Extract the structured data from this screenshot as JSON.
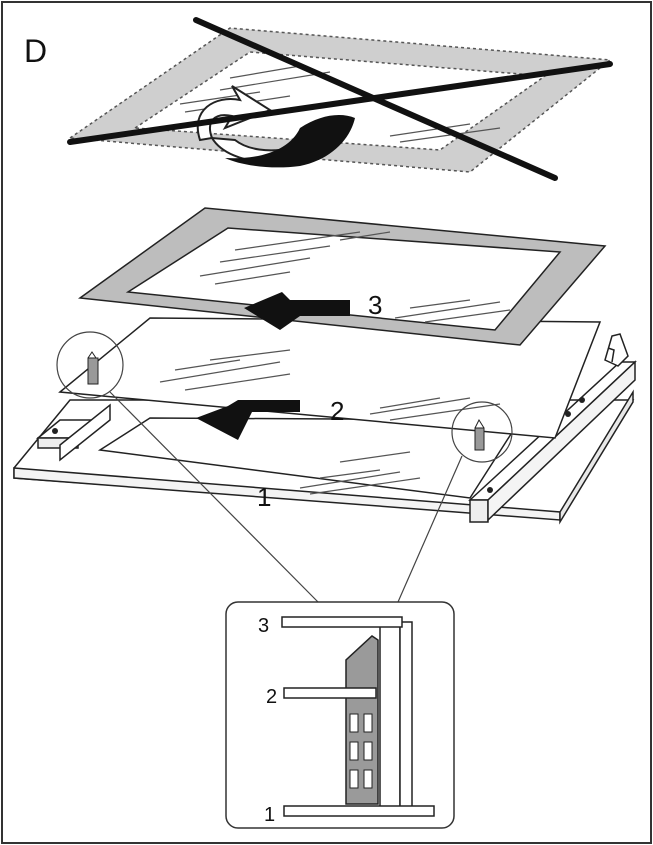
{
  "panel_letter": "D",
  "labels": {
    "main_pane_3": "3",
    "main_pane_2": "2",
    "main_pane_1": "1",
    "detail_3": "3",
    "detail_2": "2",
    "detail_1": "1"
  },
  "colors": {
    "frame_gray": "#b7b7b7",
    "arrow_black": "#111111",
    "line": "#222222"
  }
}
